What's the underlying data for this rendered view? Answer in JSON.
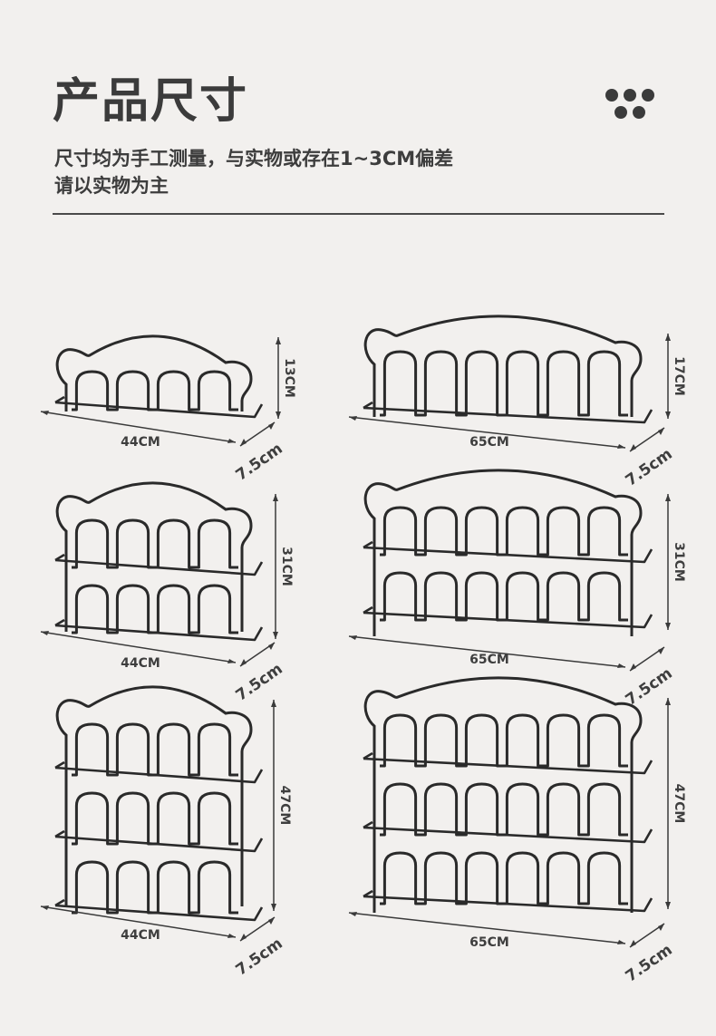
{
  "header": {
    "title": "产品尺寸",
    "subtitle_line1": "尺寸均为手工测量，与实物或存在1~3CM偏差",
    "subtitle_line2": "请以实物为主"
  },
  "colors": {
    "background": "#f2f0ee",
    "text": "#3b3b3b",
    "wire": "#2a2a2a"
  },
  "racks": [
    {
      "id": "small-1tier",
      "tiers": 1,
      "hooks": 4,
      "width_label": "44CM",
      "height_label": "13CM",
      "depth_label": "7.5cm"
    },
    {
      "id": "large-1tier",
      "tiers": 1,
      "hooks": 6,
      "width_label": "65CM",
      "height_label": "17CM",
      "depth_label": "7.5cm"
    },
    {
      "id": "small-2tier",
      "tiers": 2,
      "hooks": 4,
      "width_label": "44CM",
      "height_label": "31CM",
      "depth_label": "7.5cm"
    },
    {
      "id": "large-2tier",
      "tiers": 2,
      "hooks": 6,
      "width_label": "65CM",
      "height_label": "31CM",
      "depth_label": "7.5cm"
    },
    {
      "id": "small-3tier",
      "tiers": 3,
      "hooks": 4,
      "width_label": "44CM",
      "height_label": "47CM",
      "depth_label": "7.5cm"
    },
    {
      "id": "large-3tier",
      "tiers": 3,
      "hooks": 6,
      "width_label": "65CM",
      "height_label": "47CM",
      "depth_label": "7.5cm"
    }
  ]
}
